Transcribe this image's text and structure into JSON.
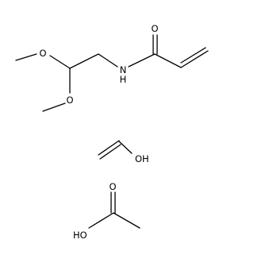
{
  "diagram": {
    "background": "#ffffff",
    "line_color": "#000000",
    "molecules": [
      {
        "id": "acrylamide-acetal",
        "atom_labels": {
          "methoxy_top": "O",
          "methoxy_bottom": "O",
          "amide_nitrogen": "N",
          "amide_hydrogen": "H",
          "carbonyl_oxygen": "O"
        }
      },
      {
        "id": "vinyl-alcohol",
        "atom_labels": {
          "hydroxyl": "OH"
        }
      },
      {
        "id": "acetic-acid",
        "atom_labels": {
          "hydroxyl": "HO",
          "carbonyl_oxygen": "O"
        }
      }
    ]
  }
}
